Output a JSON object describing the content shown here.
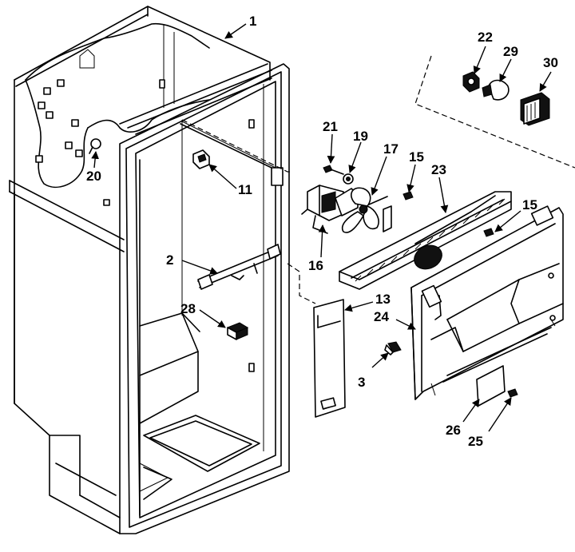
{
  "callouts": {
    "c1": "1",
    "c2": "2",
    "c3": "3",
    "c11": "11",
    "c13": "13",
    "c15a": "15",
    "c15b": "15",
    "c16": "16",
    "c17": "17",
    "c19": "19",
    "c20": "20",
    "c21": "21",
    "c22": "22",
    "c23": "23",
    "c24": "24",
    "c25": "25",
    "c26": "26",
    "c28": "28",
    "c29": "29",
    "c30": "30"
  }
}
